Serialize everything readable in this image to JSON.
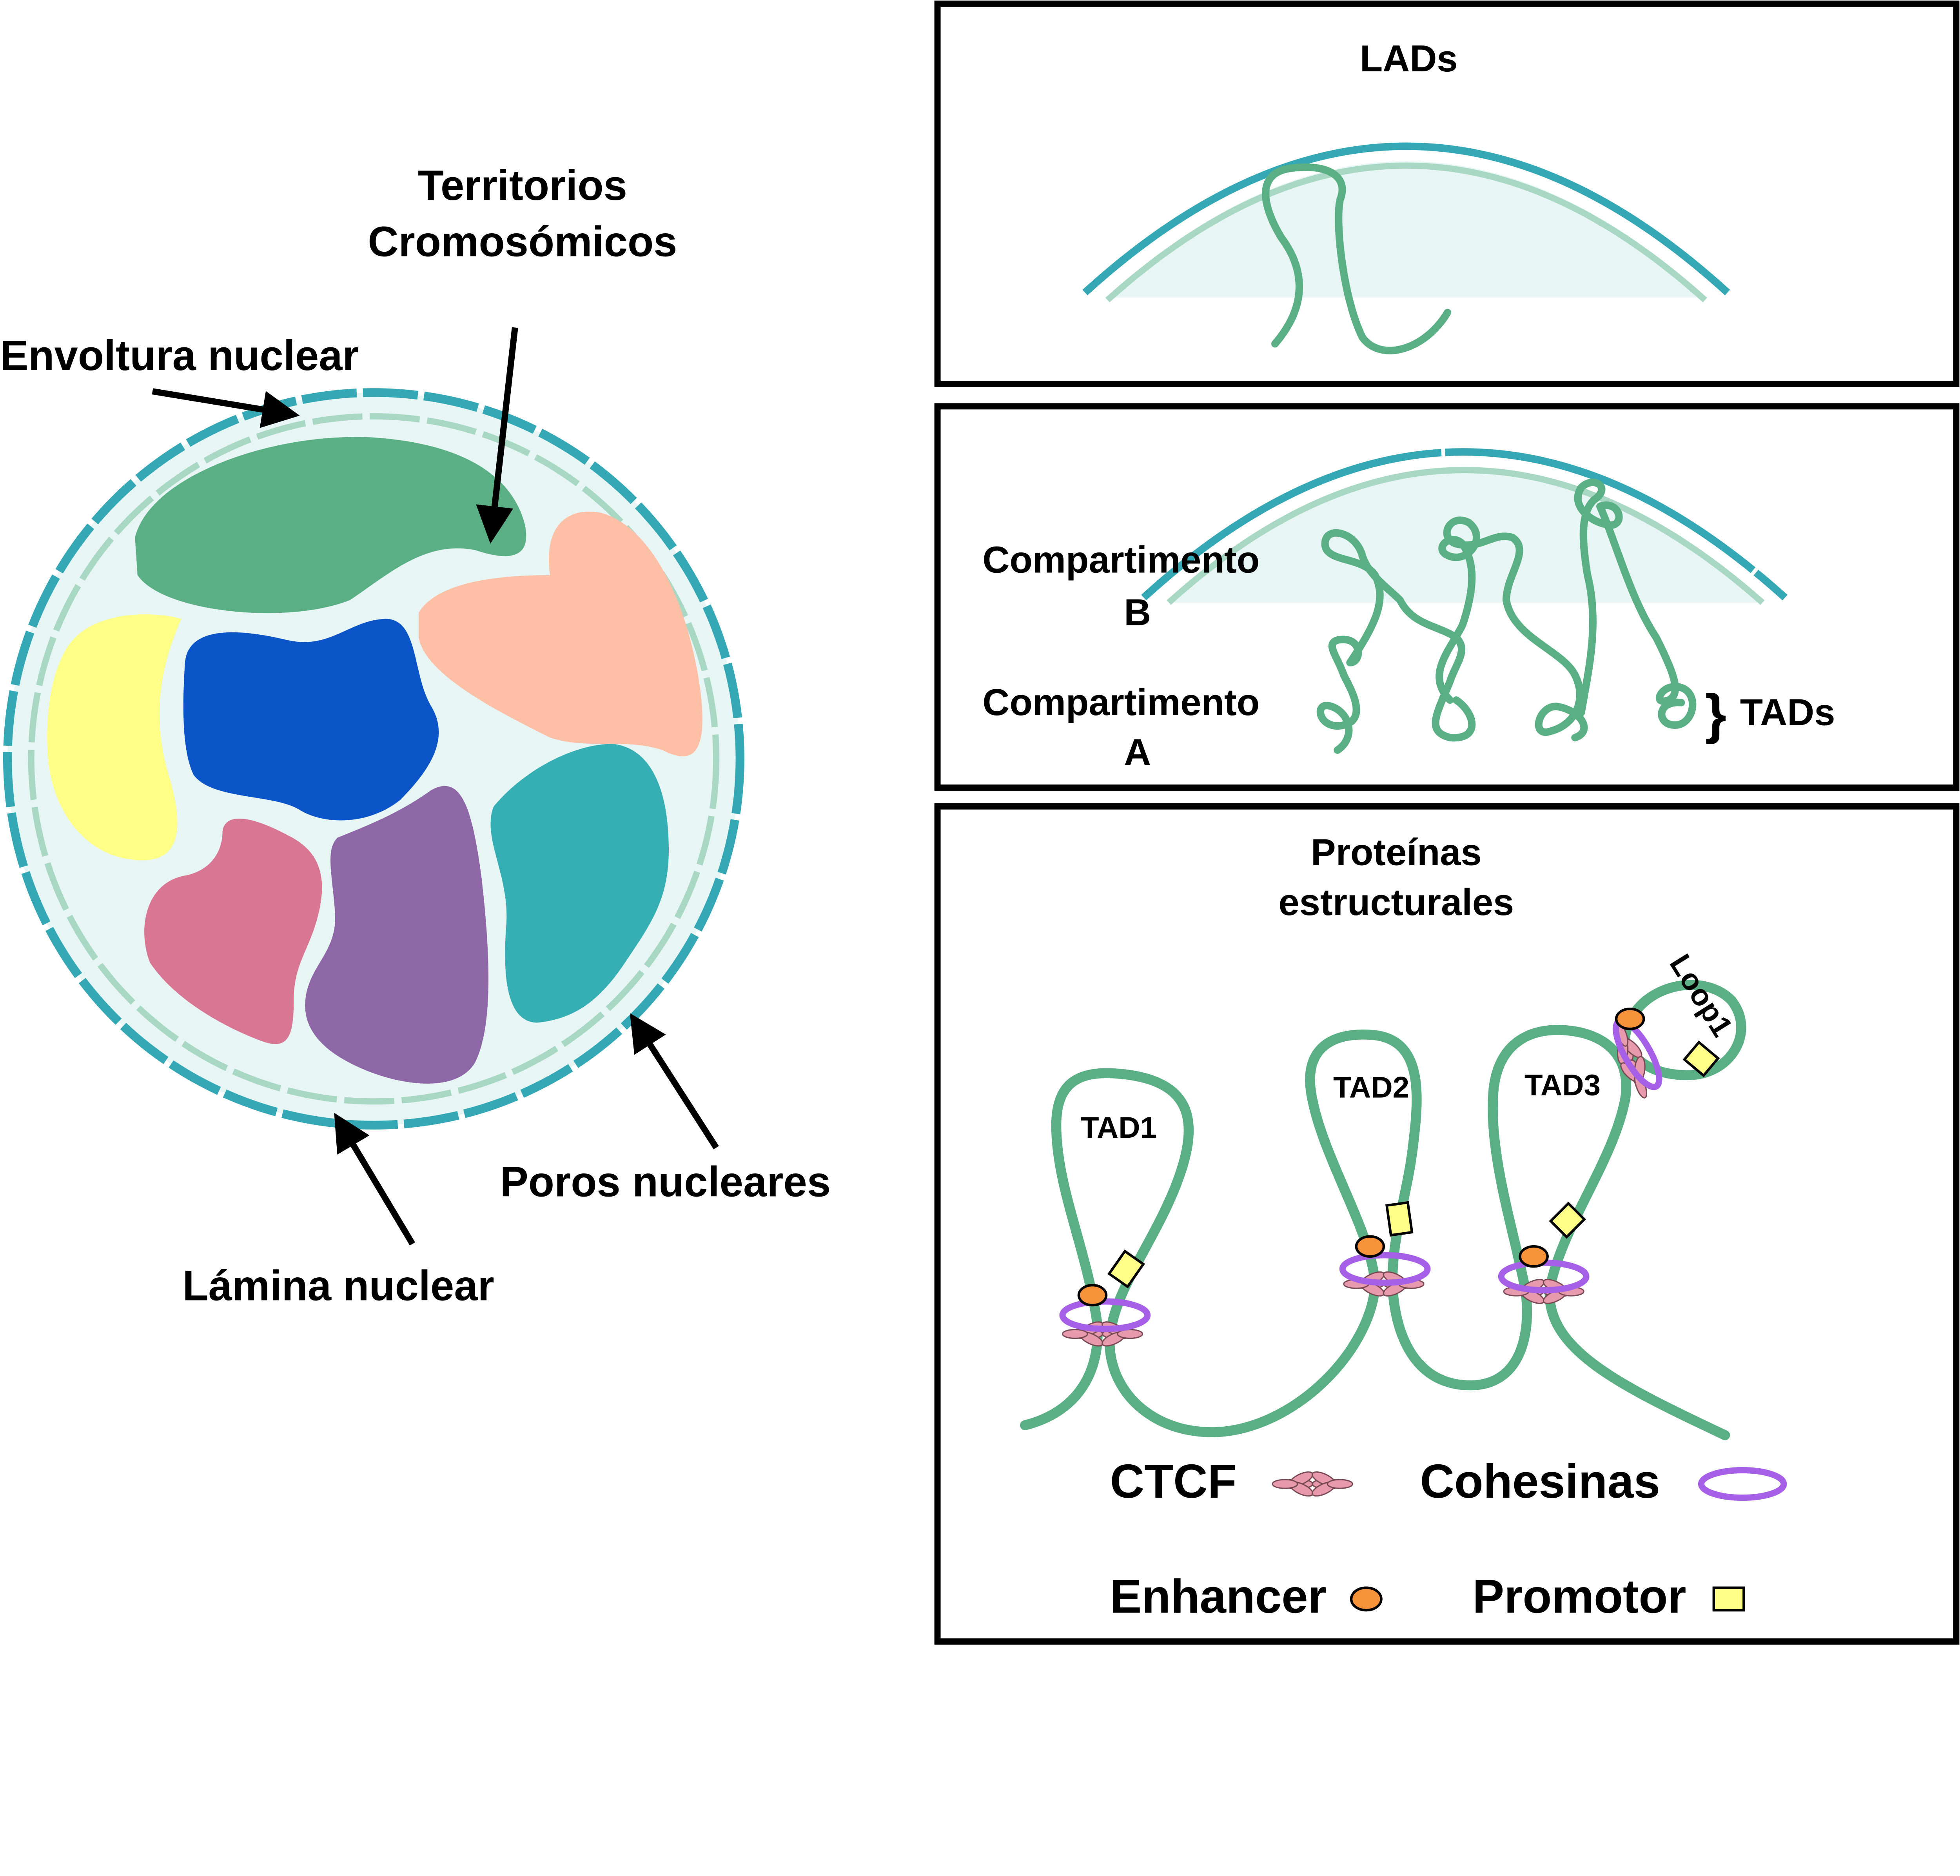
{
  "nucleus": {
    "labels": {
      "territorios_line1": "Territorios",
      "territorios_line2": "Cromosómicos",
      "envoltura": "Envoltura nuclear",
      "poros": "Poros nucleares",
      "lamina": "Lámina nuclear"
    },
    "colors": {
      "envelope": "#35a8b5",
      "lamina": "#a8d8c4",
      "nucleoplasm": "#e8f5f5",
      "territories": [
        "#5ab084",
        "#fdc0a6",
        "#ffff88",
        "#0b55c9",
        "#d87693",
        "#8e67a6",
        "#36afb4"
      ]
    }
  },
  "panels": {
    "lads": {
      "title": "LADs"
    },
    "compartments": {
      "b_line1": "Compartimento",
      "b_line2": "B",
      "a_line1": "Compartimento",
      "a_line2": "A",
      "tads": "TADs"
    },
    "proteins": {
      "title_line1": "Proteínas",
      "title_line2": "estructurales",
      "tad1": "TAD1",
      "tad2": "TAD2",
      "tad3": "TAD3",
      "loop1": "Loop1",
      "legend": {
        "ctcf": "CTCF",
        "cohesinas": "Cohesinas",
        "enhancer": "Enhancer",
        "promotor": "Promotor"
      },
      "colors": {
        "ctcf": "#e79aae",
        "cohesin": "#a660e8",
        "enhancer": "#f6923a",
        "promoter": "#ffff88",
        "chromatin": "#5ab084"
      }
    }
  }
}
